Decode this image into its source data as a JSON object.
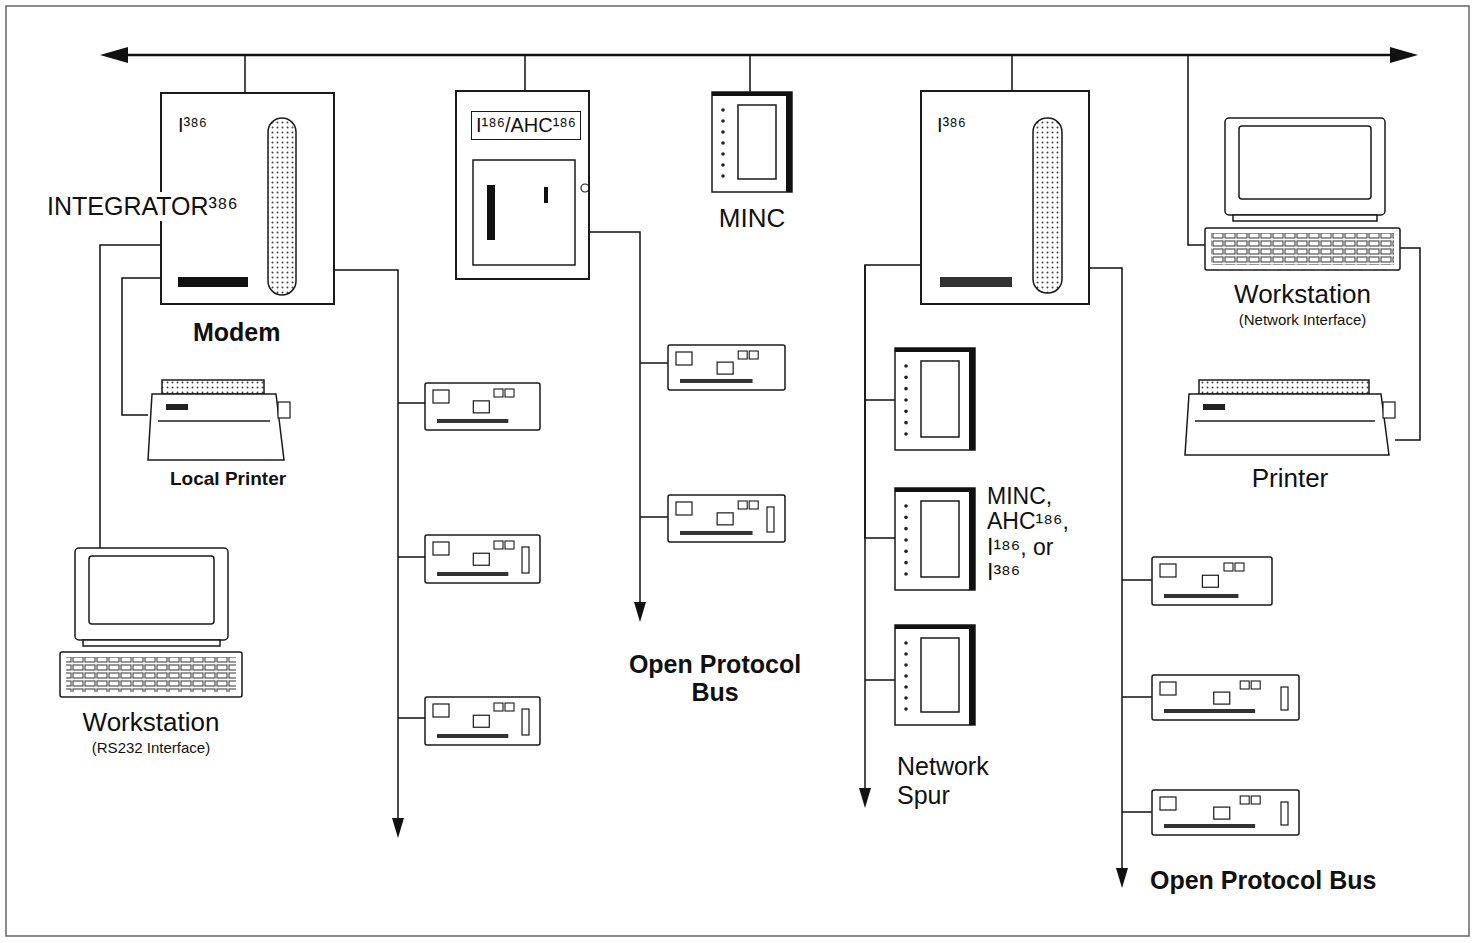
{
  "diagram": {
    "nodes": [
      {
        "text": [
          "I³⁸⁶",
          "INTEGRATOR³⁸⁶"
        ]
      },
      {
        "text": [
          "Local Printer"
        ]
      },
      {
        "text": [
          "Workstation",
          "(RS232 Interface)"
        ]
      },
      {
        "text": [
          "I¹⁸⁶/AHC¹⁸⁶"
        ]
      },
      {
        "text": [
          "MINC"
        ]
      },
      {
        "text": [
          "I³⁸⁶"
        ]
      },
      {
        "text": [
          "MINC, AHC¹⁸⁶, I¹⁸⁶, or I³⁸⁶"
        ]
      },
      {
        "text": [
          "Workstation",
          "(Network Interface)"
        ]
      },
      {
        "text": [
          "Printer"
        ]
      }
    ],
    "edges": [
      {
        "from": 0,
        "to": 1,
        "arrow": "none"
      },
      {
        "from": 0,
        "to": 2,
        "arrow": "none"
      },
      {
        "from": 5,
        "to": 6,
        "arrow": "none"
      },
      {
        "from": 7,
        "to": 8,
        "arrow": "none"
      }
    ],
    "labels": [
      "Modem",
      "Open Protocol Bus",
      "Network Spur",
      "Open Protocol Bus"
    ]
  }
}
